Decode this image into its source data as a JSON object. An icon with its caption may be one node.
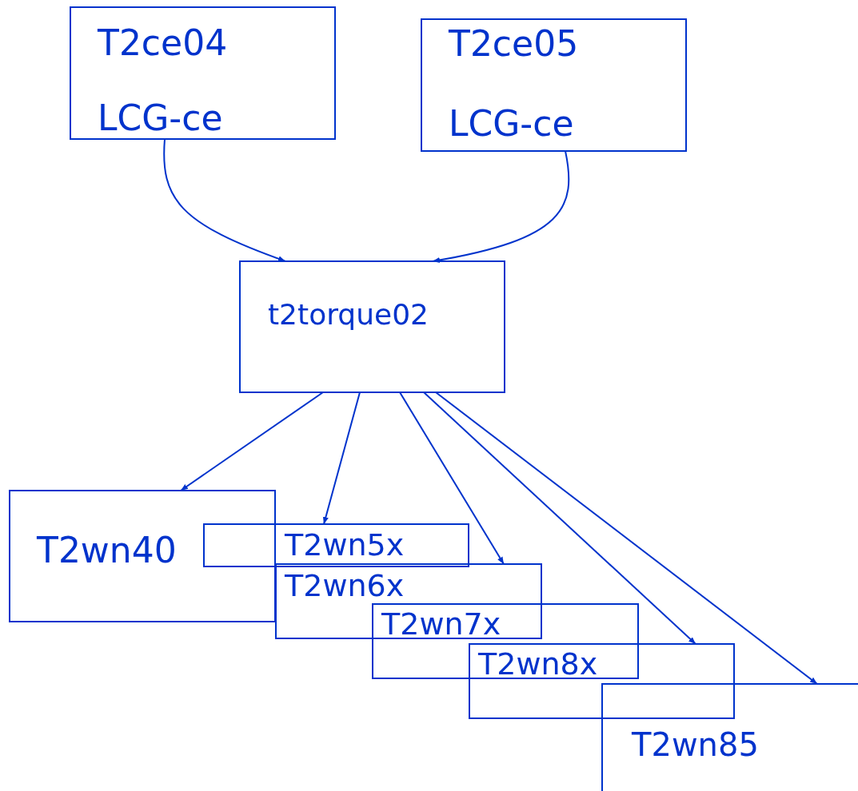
{
  "diagram": {
    "nodes": [
      {
        "text": [
          "T2ce04",
          "LCG-ce"
        ]
      },
      {
        "text": [
          "T2ce05",
          "LCG-ce"
        ]
      },
      {
        "text": [
          "t2torque02"
        ]
      },
      {
        "text": [
          "T2wn40"
        ]
      },
      {
        "text": [
          "T2wn5x"
        ]
      },
      {
        "text": [
          "T2wn6x"
        ]
      },
      {
        "text": [
          "T2wn7x"
        ]
      },
      {
        "text": [
          "T2wn8x"
        ]
      },
      {
        "text": [
          "T2wn85"
        ]
      }
    ],
    "edges": [
      {
        "from": 0,
        "to": 2,
        "arrow": "to"
      },
      {
        "from": 1,
        "to": 2,
        "arrow": "to"
      },
      {
        "from": 2,
        "to": 3,
        "arrow": "to"
      },
      {
        "from": 2,
        "to": 4,
        "arrow": "to"
      },
      {
        "from": 2,
        "to": 5,
        "arrow": "to"
      },
      {
        "from": 2,
        "to": 7,
        "arrow": "to"
      },
      {
        "from": 2,
        "to": 8,
        "arrow": "to"
      }
    ]
  }
}
